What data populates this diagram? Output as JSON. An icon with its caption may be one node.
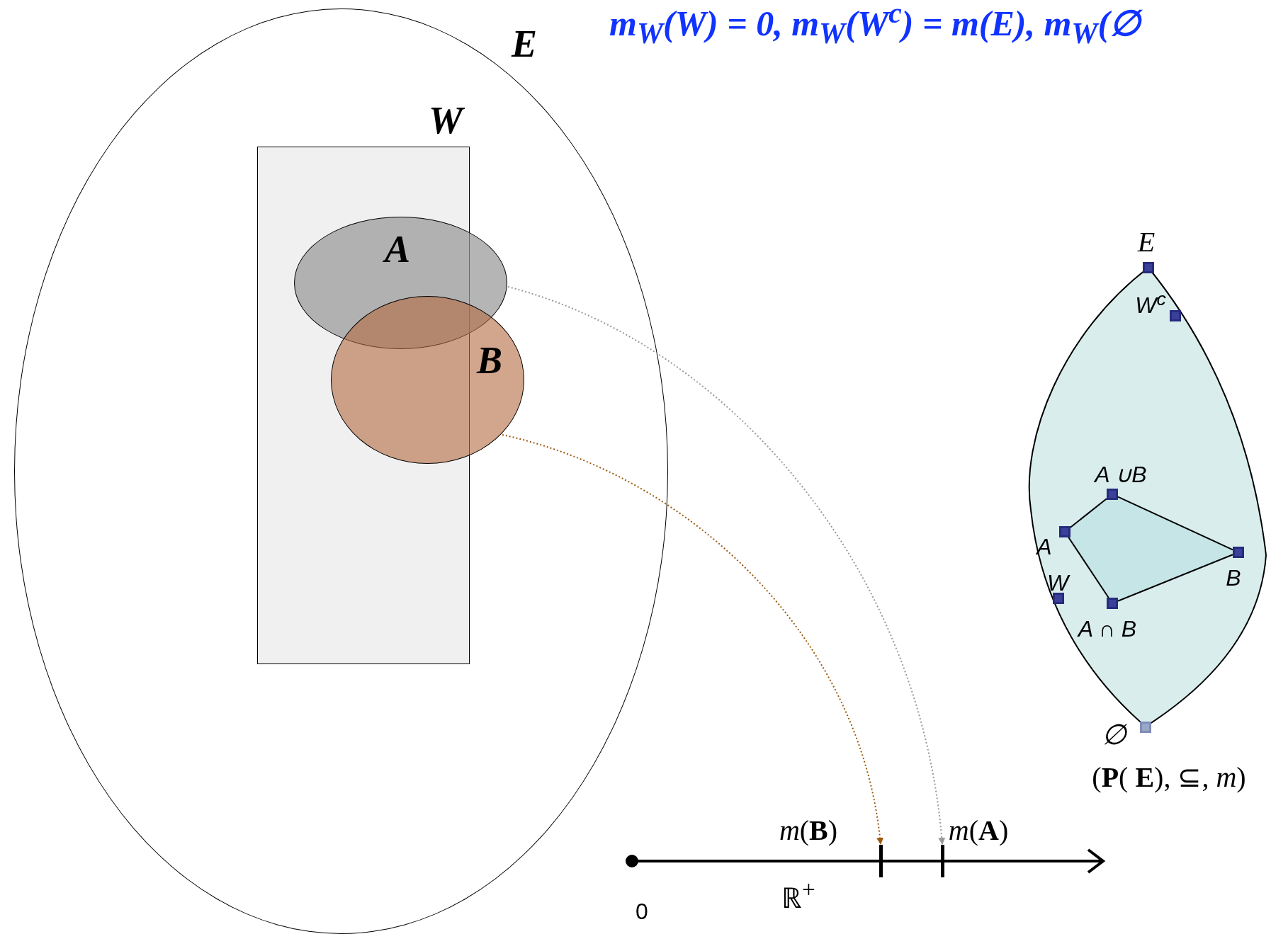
{
  "diagram": {
    "title": "m$_{W}$(W) = 0, m$_{W}$(W$^{c}$) = m(E), m$_{W}$(∅",
    "nodes": [
      {
        "text": [
          "E"
        ]
      },
      {
        "text": [
          "W"
        ],
        "in": 0
      },
      {
        "text": [
          "A"
        ],
        "in": 0
      },
      {
        "text": [
          "B"
        ],
        "in": 0
      },
      {
        "text": [
          "(**P**( **E**), ⊆, *m*)"
        ]
      },
      {
        "text": [],
        "shape": "box",
        "in": 4,
        "beside": [
          "E"
        ]
      },
      {
        "text": [],
        "shape": "box",
        "in": 4,
        "beside": [
          "W$^{c}$"
        ]
      },
      {
        "text": [],
        "shape": "box",
        "in": 4,
        "beside": [
          "A ∪B"
        ]
      },
      {
        "text": [],
        "shape": "box",
        "in": 4,
        "beside": [
          "A"
        ]
      },
      {
        "text": [],
        "shape": "box",
        "in": 4,
        "beside": [
          "B"
        ]
      },
      {
        "text": [],
        "shape": "box",
        "in": 4,
        "beside": [
          "W"
        ]
      },
      {
        "text": [],
        "shape": "box",
        "in": 4,
        "beside": [
          "A ∩ B"
        ]
      },
      {
        "text": [],
        "shape": "box",
        "in": 4,
        "beside": [
          "∅"
        ]
      },
      {
        "text": [],
        "shape": "bar",
        "beside": [
          "*m*(**B**)"
        ]
      },
      {
        "text": [],
        "shape": "bar",
        "beside": [
          "*m*(**A**)"
        ]
      }
    ],
    "edges": [
      {
        "from": 2,
        "to": 14,
        "arrow": "to",
        "style": "dashed",
        "color": "#999999"
      },
      {
        "from": 3,
        "to": 13,
        "arrow": "to",
        "style": "dashed",
        "color": "#9c5a0e"
      },
      {
        "from": 8,
        "to": 7,
        "arrow": "none"
      },
      {
        "from": 7,
        "to": 9,
        "arrow": "none"
      },
      {
        "from": 9,
        "to": 11,
        "arrow": "none"
      },
      {
        "from": 11,
        "to": 8,
        "arrow": "none"
      }
    ],
    "labels": [
      "0",
      "ℝ$^{+}$"
    ]
  }
}
